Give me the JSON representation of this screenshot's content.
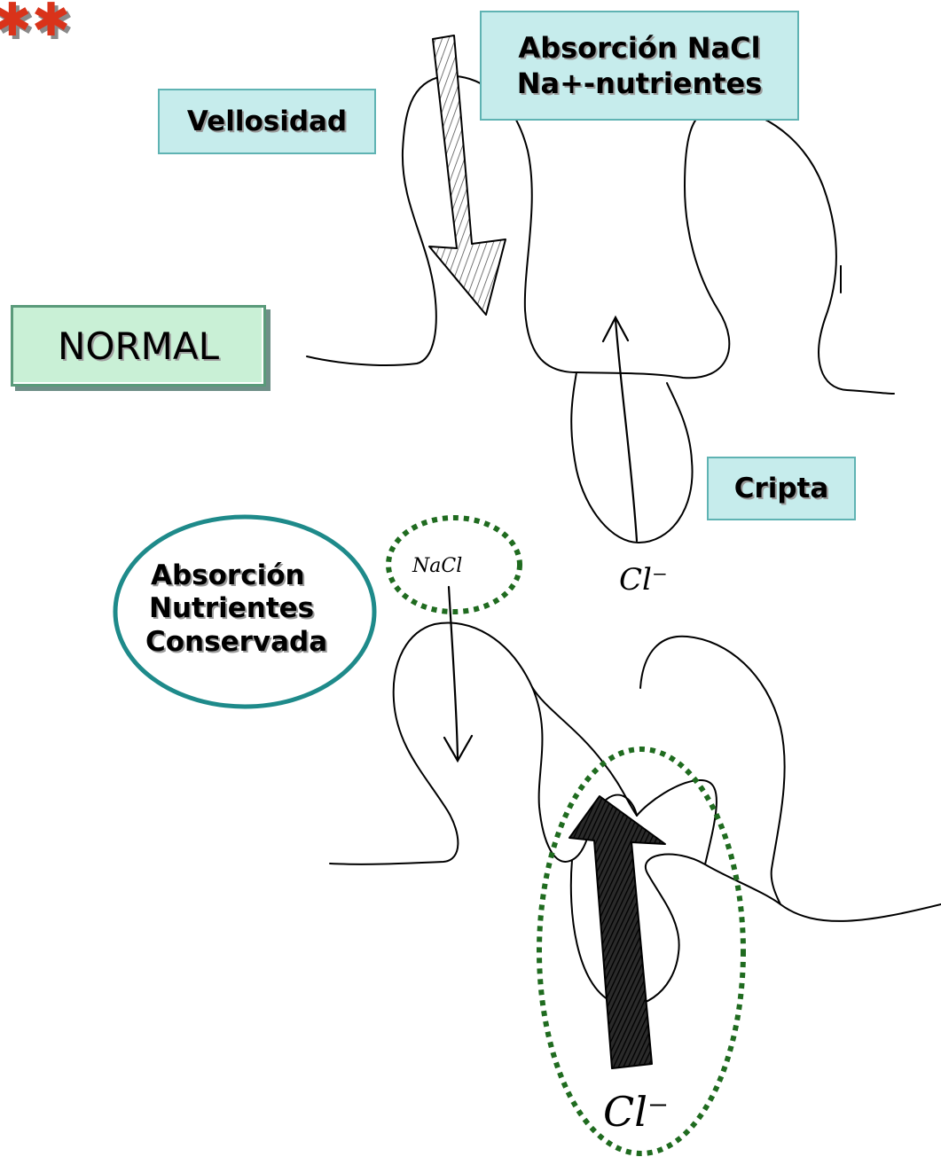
{
  "labels": {
    "vellosidad": "Vellosidad",
    "absorcion_line1": "Absorción NaCl",
    "absorcion_line2": "Na+-nutrientes",
    "normal": "NORMAL",
    "cripta": "Cripta",
    "oval_line1": "Absorción",
    "oval_line2": "Nutrientes",
    "oval_line3": "Conservada"
  },
  "handwritten": {
    "nacl": "NaCl",
    "cl_top": "Cl⁻",
    "cl_bottom": "Cl⁻"
  },
  "colors": {
    "box_fill": "#c6ecec",
    "box_border": "#5fb3b3",
    "normal_fill": "#c9f0d6",
    "dotted_green": "#1f6b1f",
    "oval_border": "#1e8a8a",
    "stars": "#d9331a"
  }
}
